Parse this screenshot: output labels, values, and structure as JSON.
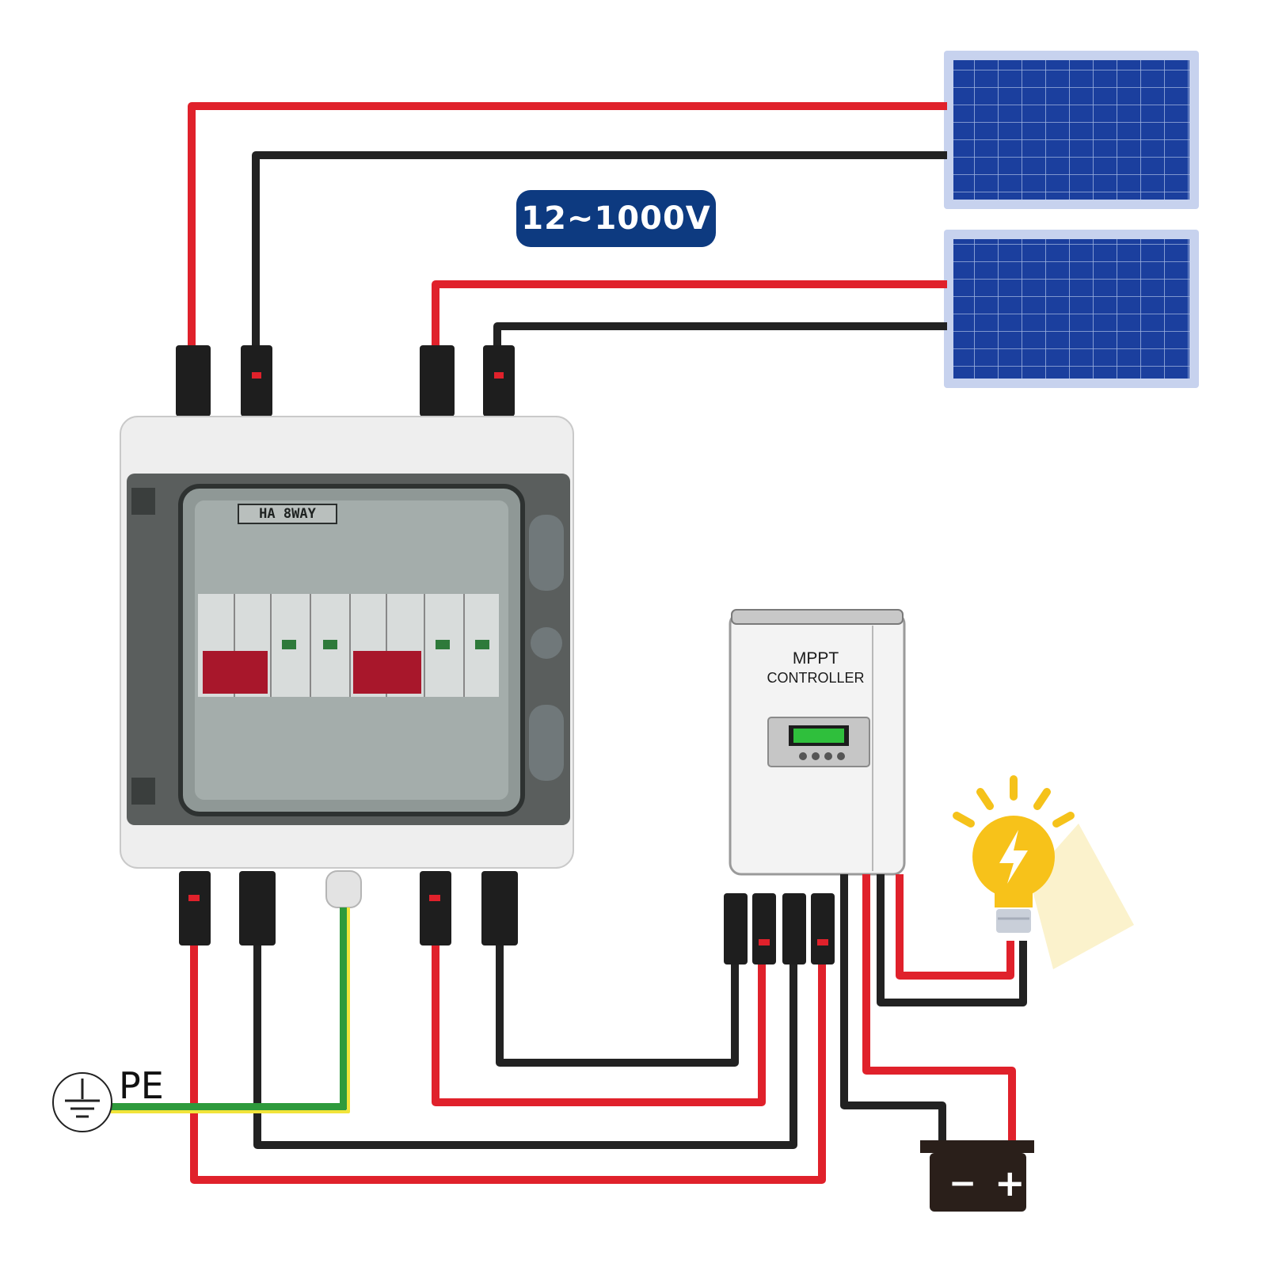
{
  "voltage_label": "12~1000V",
  "pe_label": "PE",
  "combiner_box_label": "HA 8WAY",
  "controller": {
    "line1": "MPPT",
    "line2": "CONTROLLER"
  },
  "battery": {
    "negative_symbol": "−",
    "positive_symbol": "+"
  },
  "colors": {
    "positive_wire": "#e0212b",
    "negative_wire": "#222222",
    "ground_wire_green": "#2e9a3c",
    "ground_wire_yellow": "#f2e43a",
    "badge_bg": "#0d3a80",
    "solar_cell": "#1b3f9e",
    "bulb": "#f7c21a"
  },
  "icons": {
    "ground": "ground-icon",
    "bulb": "light-bulb-icon",
    "battery": "battery-icon",
    "solar_panel": "solar-panel-icon"
  }
}
